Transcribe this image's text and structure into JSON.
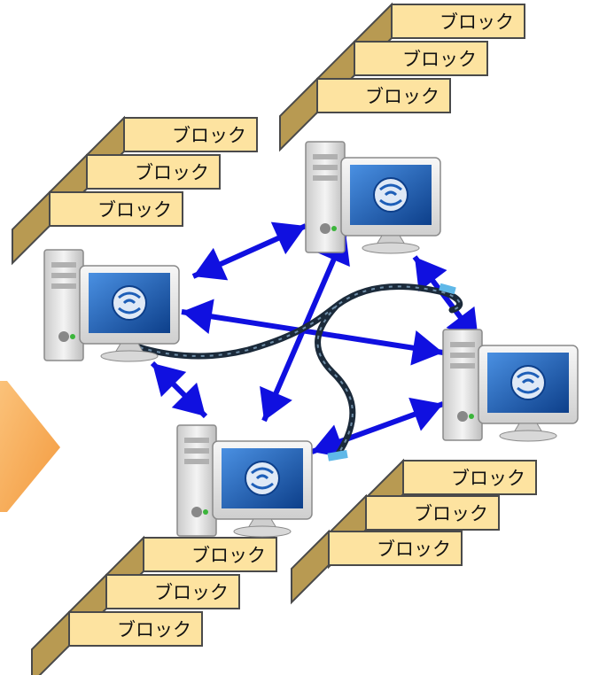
{
  "block_label": "ブロック",
  "colors": {
    "block_front": "#fde3a0",
    "block_top": "#f3d27e",
    "block_side": "#b89a52",
    "block_stroke": "#4a4a4a",
    "arrow": "#1010e0",
    "cable": "#1b2a3a",
    "cable_highlight": "#5fb8e8",
    "arrow_shape": "#f6a04a",
    "monitor_screen": "#1e5fb8",
    "case": "#dcdcdc"
  },
  "stacks": [
    {
      "name": "top-left",
      "blocks": [
        "ブロック",
        "ブロック",
        "ブロック"
      ]
    },
    {
      "name": "top-right",
      "blocks": [
        "ブロック",
        "ブロック",
        "ブロック"
      ]
    },
    {
      "name": "bottom-right",
      "blocks": [
        "ブロック",
        "ブロック",
        "ブロック"
      ]
    },
    {
      "name": "bottom-left",
      "blocks": [
        "ブロック",
        "ブロック",
        "ブロック"
      ]
    }
  ],
  "nodes": [
    {
      "name": "computer-left",
      "icon": "computer-icon"
    },
    {
      "name": "computer-top",
      "icon": "computer-icon"
    },
    {
      "name": "computer-right",
      "icon": "computer-icon"
    },
    {
      "name": "computer-bottom",
      "icon": "computer-icon"
    }
  ],
  "connections": [
    {
      "from": "computer-left",
      "to": "computer-top",
      "bidirectional": true
    },
    {
      "from": "computer-left",
      "to": "computer-right",
      "bidirectional": true
    },
    {
      "from": "computer-left",
      "to": "computer-bottom",
      "bidirectional": true
    },
    {
      "from": "computer-top",
      "to": "computer-bottom",
      "bidirectional": true
    },
    {
      "from": "computer-top",
      "to": "computer-right",
      "bidirectional": true
    },
    {
      "from": "computer-bottom",
      "to": "computer-right",
      "bidirectional": true
    }
  ]
}
